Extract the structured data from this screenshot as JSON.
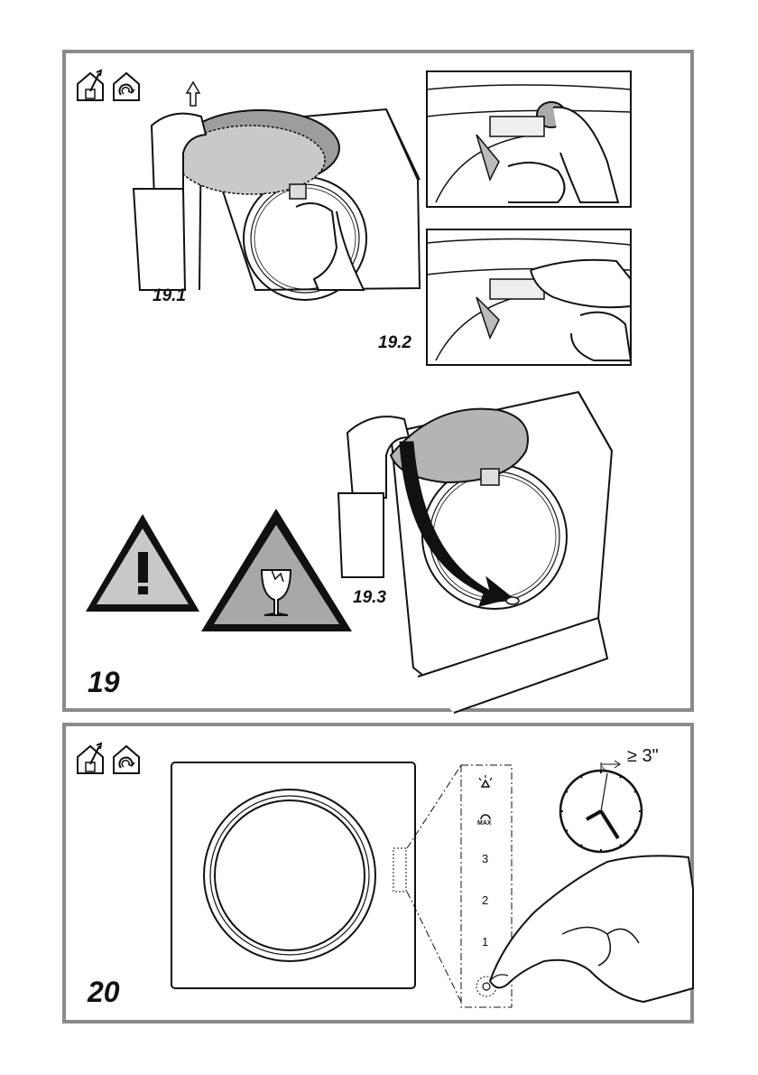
{
  "figure19": {
    "number": "19",
    "steps": {
      "s1": "19.1",
      "s2": "19.2",
      "s3": "19.3"
    },
    "icons": [
      "house-upward-exhaust-icon",
      "house-recirculation-icon"
    ],
    "warning_icons": [
      "general-warning-triangle-icon",
      "fragile-glass-warning-triangle-icon"
    ]
  },
  "figure20": {
    "number": "20",
    "icons": [
      "house-upward-exhaust-icon",
      "house-recirculation-icon"
    ],
    "panel_labels": {
      "max": "MAX",
      "speed3": "3",
      "speed2": "2",
      "speed1": "1"
    },
    "timer_label": "≥ 3\""
  },
  "colors": {
    "frame": "#8a8a8a",
    "filter_gray": "#b4b4b4",
    "warning_fill": "#c8c8c8",
    "glass_warning_fill": "#a8a8a8",
    "clock_marker": "#8a8a8a"
  }
}
